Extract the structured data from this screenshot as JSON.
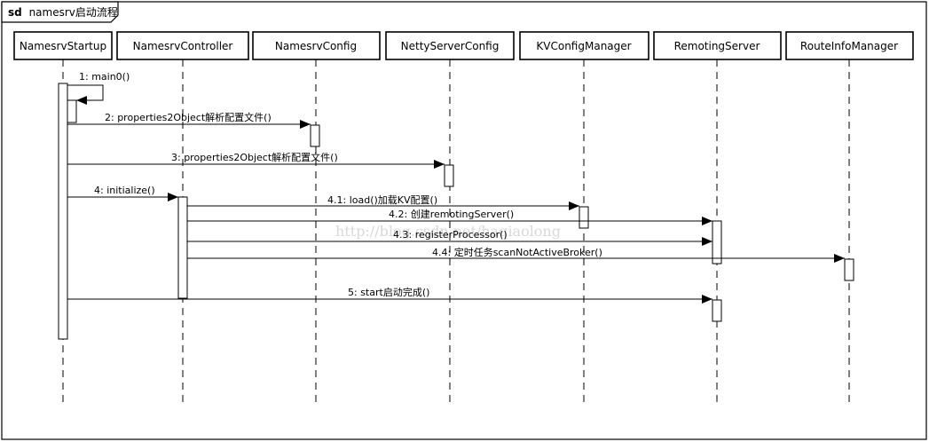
{
  "frame": {
    "keyword": "sd",
    "title": "namesrv启动流程"
  },
  "lifelines": [
    {
      "id": "startup",
      "label": "NamesrvStartup"
    },
    {
      "id": "controller",
      "label": "NamesrvController"
    },
    {
      "id": "config",
      "label": "NamesrvConfig"
    },
    {
      "id": "netty",
      "label": "NettyServerConfig"
    },
    {
      "id": "kv",
      "label": "KVConfigManager"
    },
    {
      "id": "remoting",
      "label": "RemotingServer"
    },
    {
      "id": "route",
      "label": "RouteInfoManager"
    }
  ],
  "messages": [
    {
      "id": "m1",
      "from": "startup",
      "to": "startup",
      "label": "1: main0()"
    },
    {
      "id": "m2",
      "from": "startup",
      "to": "config",
      "label": "2: properties2Object解析配置文件()"
    },
    {
      "id": "m3",
      "from": "startup",
      "to": "netty",
      "label": "3: properties2Object解析配置文件()"
    },
    {
      "id": "m4",
      "from": "startup",
      "to": "controller",
      "label": "4: initialize()"
    },
    {
      "id": "m41",
      "from": "controller",
      "to": "kv",
      "label": "4.1: load()加载KV配置()"
    },
    {
      "id": "m42",
      "from": "controller",
      "to": "remoting",
      "label": "4.2: 创建remotingServer()"
    },
    {
      "id": "m43",
      "from": "controller",
      "to": "remoting",
      "label": "4.3: registerProcessor()"
    },
    {
      "id": "m44",
      "from": "controller",
      "to": "route",
      "label": "4.4: 定时任务scanNotActiveBroker()"
    },
    {
      "id": "m5",
      "from": "startup",
      "to": "remoting",
      "label": "5: start启动完成()"
    }
  ],
  "watermark": "http://blog.csdn.net/haqiaolong"
}
